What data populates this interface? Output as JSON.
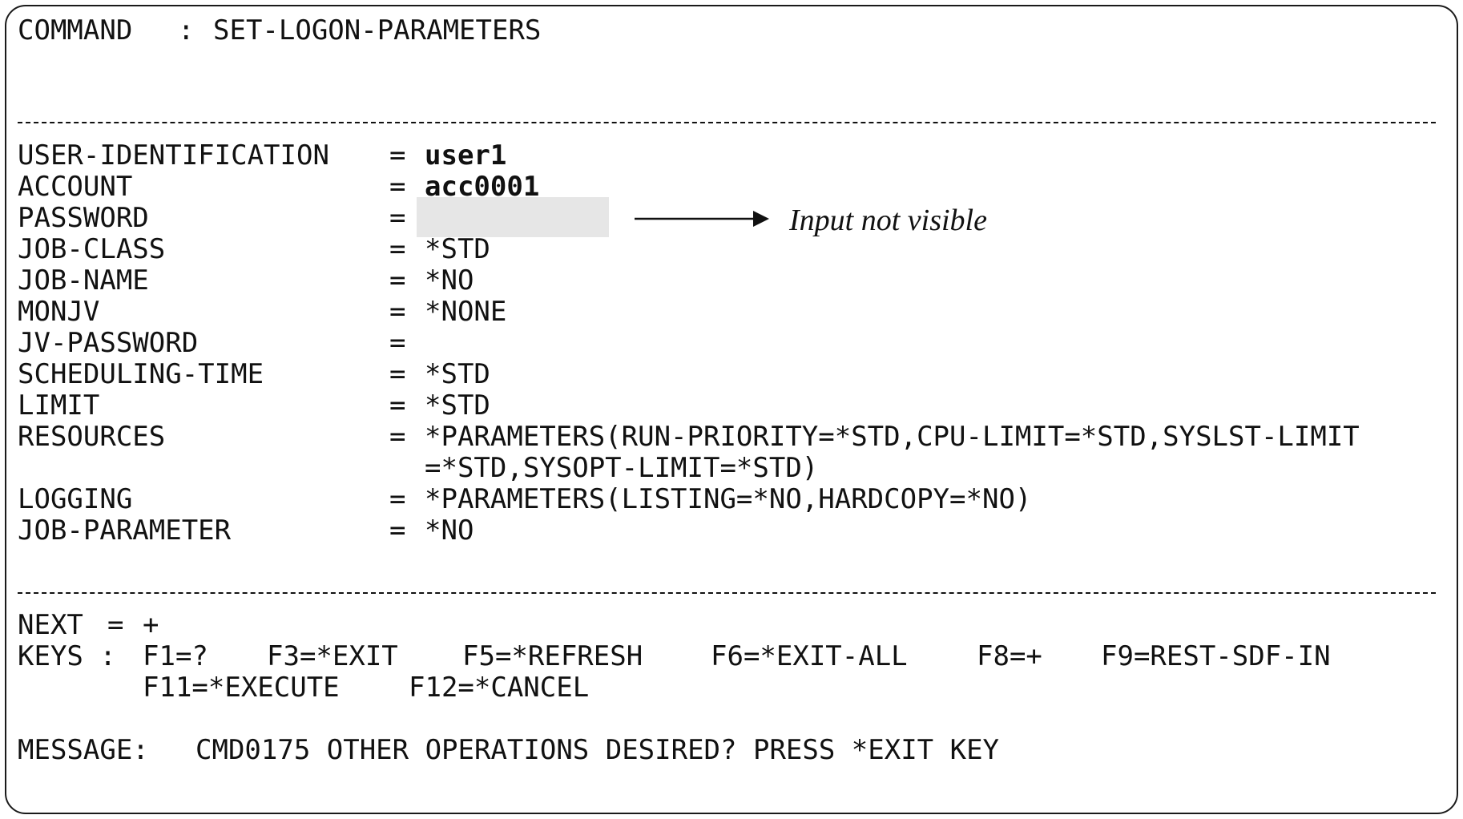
{
  "command": {
    "label": "COMMAND",
    "sep": ":",
    "value": "SET-LOGON-PARAMETERS"
  },
  "params": [
    {
      "name": "USER-IDENTIFICATION",
      "eq": "=",
      "value": "user1"
    },
    {
      "name": "ACCOUNT",
      "eq": "=",
      "value": "acc0001"
    },
    {
      "name": "PASSWORD",
      "eq": "=",
      "value": ""
    },
    {
      "name": "JOB-CLASS",
      "eq": "=",
      "value": "*STD"
    },
    {
      "name": "JOB-NAME",
      "eq": "=",
      "value": "*NO"
    },
    {
      "name": "MONJV",
      "eq": "=",
      "value": "*NONE"
    },
    {
      "name": "JV-PASSWORD",
      "eq": "=",
      "value": ""
    },
    {
      "name": "SCHEDULING-TIME",
      "eq": "=",
      "value": "*STD"
    },
    {
      "name": "LIMIT",
      "eq": "=",
      "value": "*STD"
    },
    {
      "name": "RESOURCES",
      "eq": "=",
      "value": "*PARAMETERS(RUN-PRIORITY=*STD,CPU-LIMIT=*STD,SYSLST-LIMIT",
      "value_cont": "=*STD,SYSOPT-LIMIT=*STD)"
    },
    {
      "name": "LOGGING",
      "eq": "=",
      "value": "*PARAMETERS(LISTING=*NO,HARDCOPY=*NO)"
    },
    {
      "name": "JOB-PARAMETER",
      "eq": "=",
      "value": "*NO"
    }
  ],
  "annotation": {
    "text": "Input not visible"
  },
  "next": {
    "label": "NEXT",
    "eq": "=",
    "value": "+"
  },
  "keys": {
    "label": "KEYS :",
    "items": [
      "F1=?",
      "F3=*EXIT",
      "F5=*REFRESH",
      "F6=*EXIT-ALL",
      "F8=+",
      "F9=REST-SDF-IN",
      "F11=*EXECUTE",
      "F12=*CANCEL"
    ]
  },
  "message": {
    "label": "MESSAGE:",
    "text": "CMD0175 OTHER OPERATIONS DESIRED? PRESS *EXIT KEY"
  }
}
